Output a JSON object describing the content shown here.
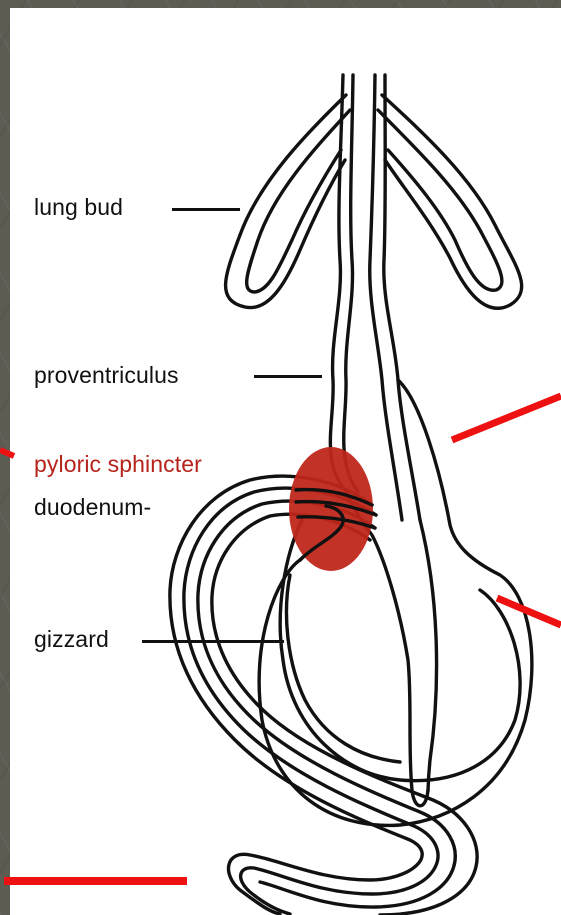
{
  "diagram": {
    "labels": {
      "lung_bud": "lung bud",
      "proventriculus": "proventriculus",
      "pyloric_sphincter": "pyloric sphincter",
      "duodenum": "duodenum-",
      "gizzard": "gizzard"
    }
  },
  "colors": {
    "frame": "#5d5c53",
    "panel": "#ffffff",
    "outline": "#111111",
    "sphincter_fill": "#c0271b",
    "sphincter_label": "#b5241b",
    "pointer_bars": "#ee1111"
  }
}
